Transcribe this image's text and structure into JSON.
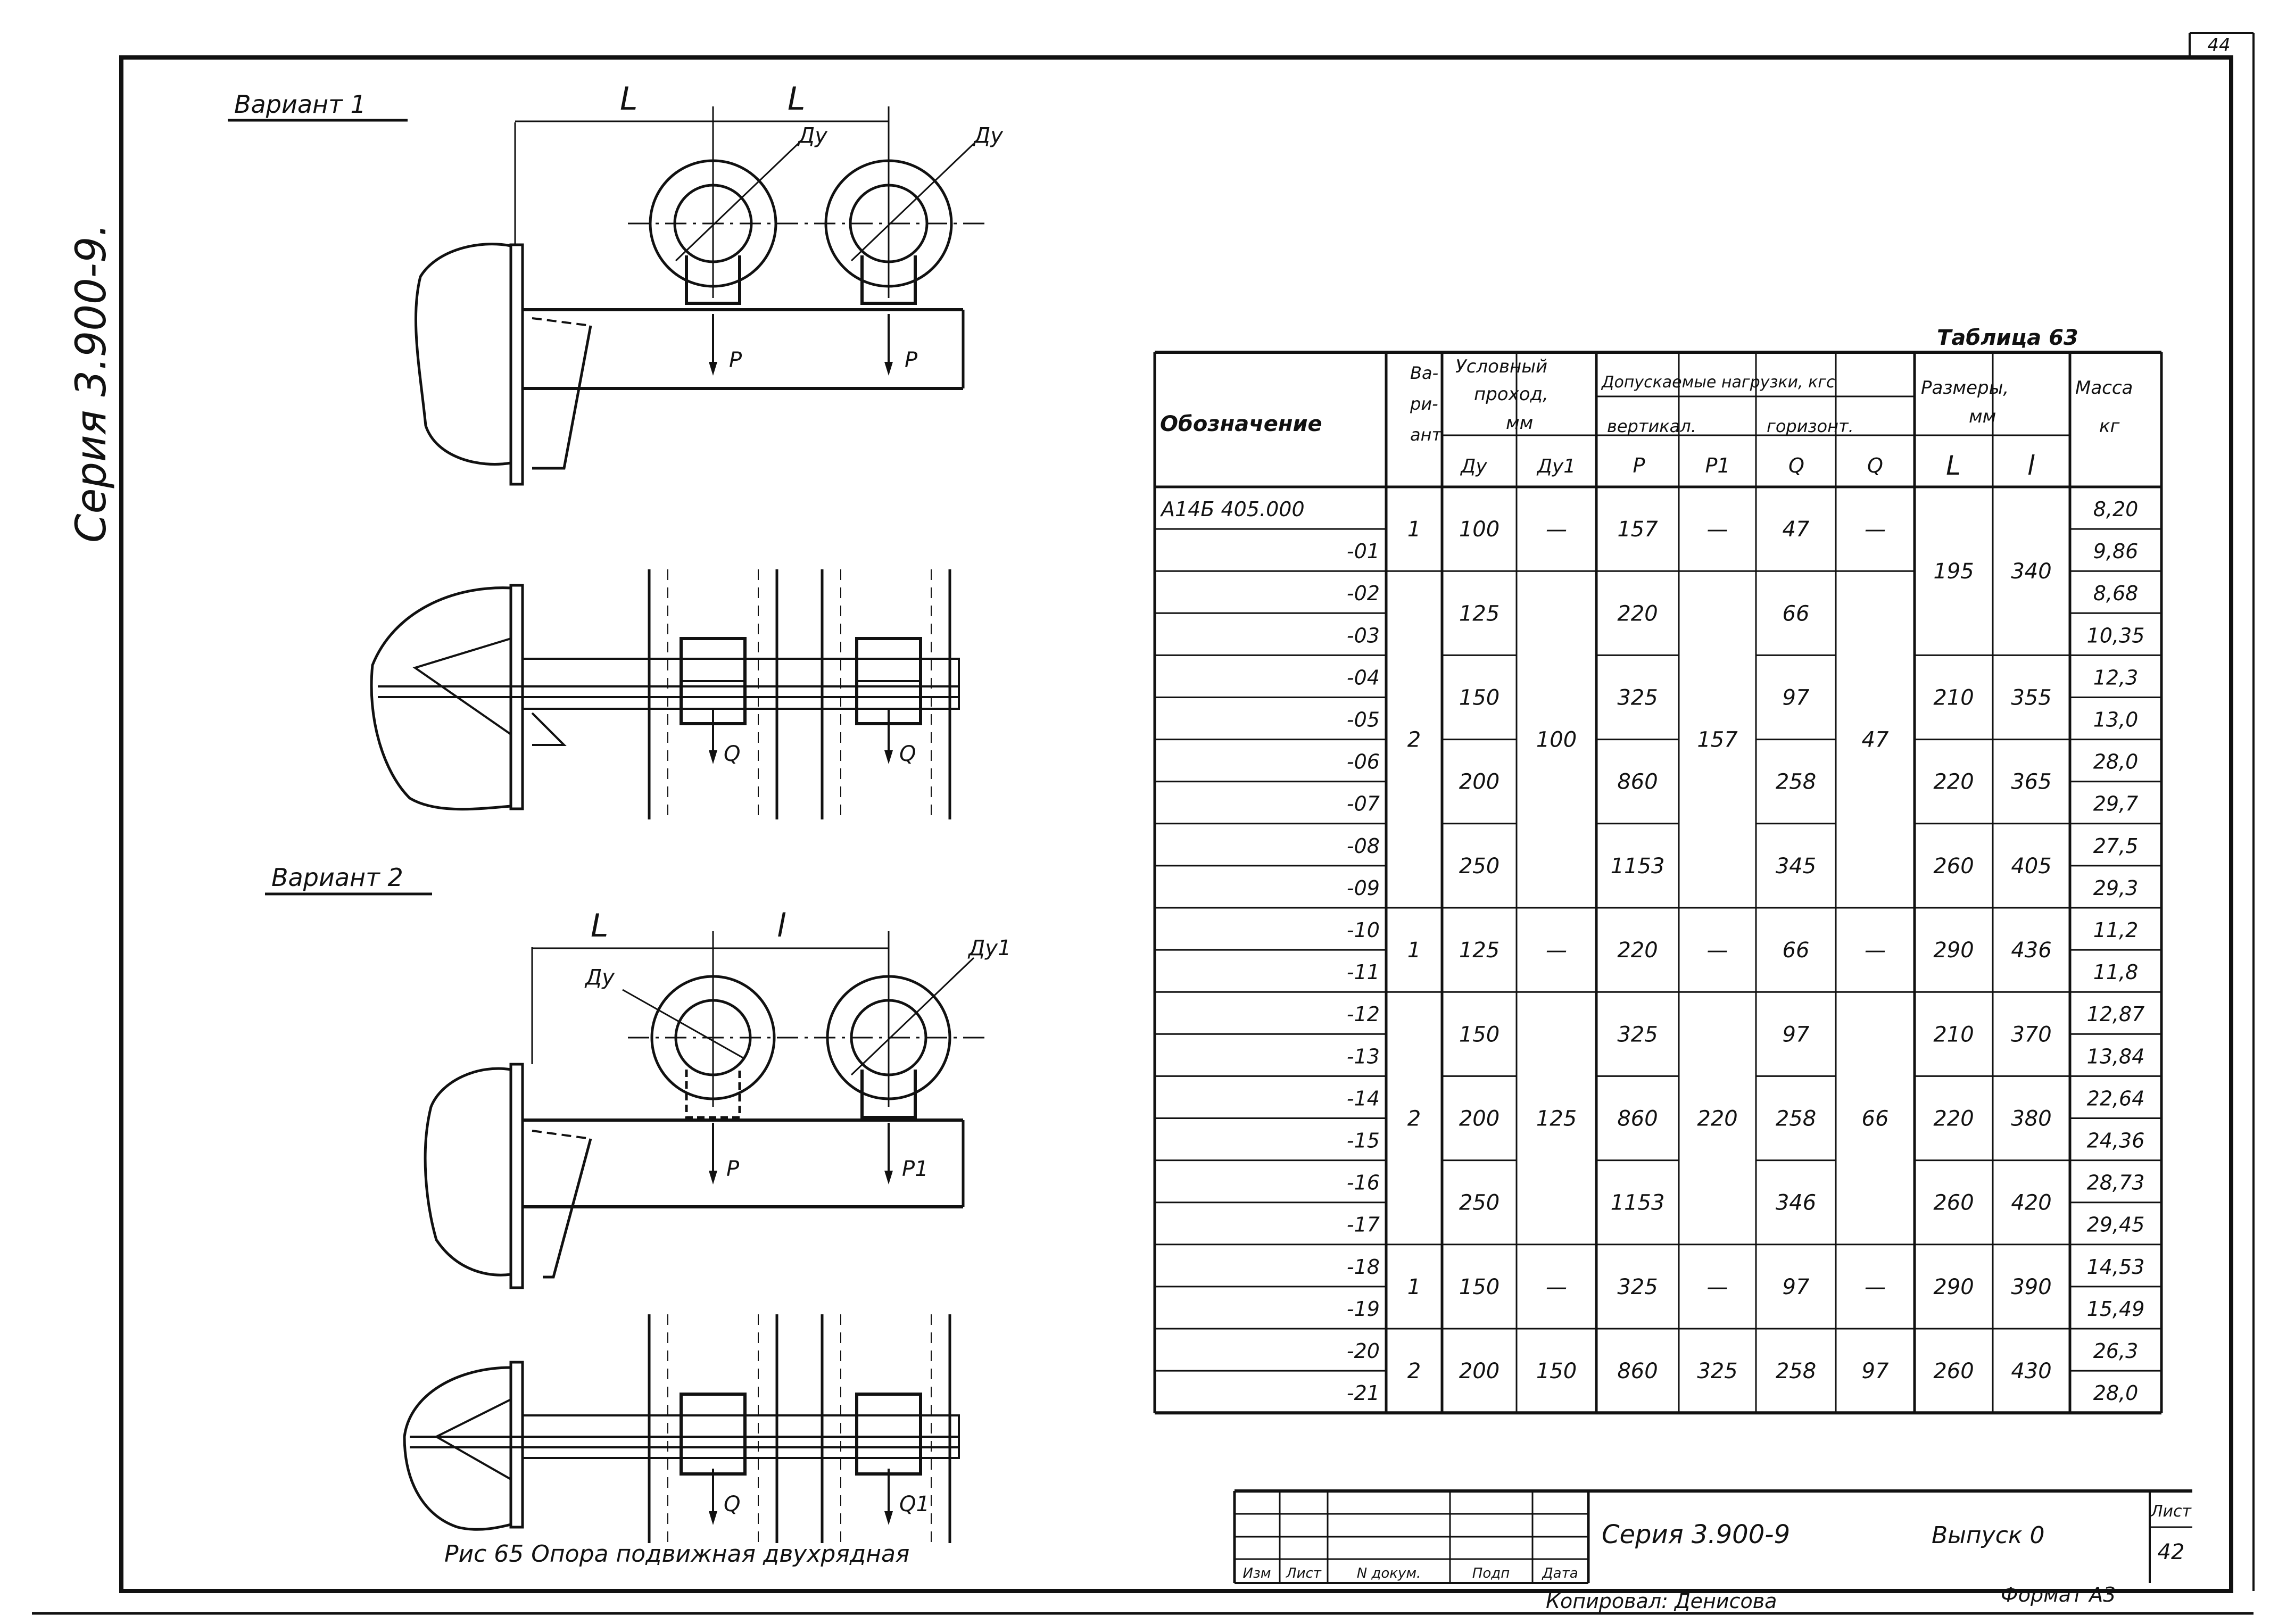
{
  "sheet": {
    "page_number": "44",
    "side_label": "Серия 3.900-9.",
    "caption": "Рис 65   Опора подвижная двухрядная"
  },
  "drawings": {
    "variant1": {
      "title": "Вариант 1",
      "dim_left": "L",
      "dim_right": "L",
      "pipe1_label": "Ду",
      "pipe2_label": "Ду",
      "load1": "P",
      "load2": "P",
      "hload1": "Q",
      "hload2": "Q"
    },
    "variant2": {
      "title": "Вариант 2",
      "dim_left": "L",
      "dim_right": "l",
      "pipe1_label": "Ду",
      "pipe2_label": "Ду1",
      "load1": "P",
      "load2": "P1",
      "hload1": "Q",
      "hload2": "Q1"
    }
  },
  "table": {
    "caption": "Таблица 63",
    "headers": {
      "designation": "Обозначение",
      "variant": [
        "Ва-",
        "ри-",
        "ант"
      ],
      "bore": [
        "Условный",
        "проход,",
        "мм"
      ],
      "bore_du": "Ду",
      "bore_du1": "Ду1",
      "loads": "Допускаемые нагрузки, кгс",
      "vertical": "вертикал.",
      "horizontal": "горизонт.",
      "p": "P",
      "p1": "P1",
      "q": "Q",
      "q1": "Q",
      "sizes": [
        "Размеры,",
        "мм"
      ],
      "L": "L",
      "l": "l",
      "mass": [
        "Масса",
        "кг"
      ]
    },
    "designations": [
      "А14Б 405.000",
      "-01",
      "-02",
      "-03",
      "-04",
      "-05",
      "-06",
      "-07",
      "-08",
      "-09",
      "-10",
      "-11",
      "-12",
      "-13",
      "-14",
      "-15",
      "-16",
      "-17",
      "-18",
      "-19",
      "-20",
      "-21"
    ],
    "masses": [
      "8,20",
      "9,86",
      "8,68",
      "10,35",
      "12,3",
      "13,0",
      "28,0",
      "29,7",
      "27,5",
      "29,3",
      "11,2",
      "11,8",
      "12,87",
      "13,84",
      "22,64",
      "24,36",
      "28,73",
      "29,45",
      "14,53",
      "15,49",
      "26,3",
      "28,0"
    ],
    "variant_cells": [
      "1",
      "2",
      "1",
      "2",
      "1",
      "2"
    ],
    "du_cells": [
      "100",
      "125",
      "150",
      "200",
      "250",
      "125",
      "150",
      "200",
      "250",
      "150",
      "200"
    ],
    "du1_cells": [
      "—",
      "100",
      "—",
      "125",
      "—",
      "150"
    ],
    "p_cells": [
      "157",
      "220",
      "325",
      "860",
      "1153",
      "220",
      "325",
      "860",
      "1153",
      "325",
      "860"
    ],
    "p1_cells": [
      "—",
      "157",
      "—",
      "220",
      "—",
      "325"
    ],
    "q_cells": [
      "47",
      "66",
      "97",
      "258",
      "345",
      "66",
      "97",
      "258",
      "346",
      "97",
      "258"
    ],
    "q1_cells": [
      "—",
      "47",
      "—",
      "66",
      "—",
      "97"
    ],
    "L_cells": [
      "195",
      "210",
      "220",
      "260",
      "290",
      "210",
      "220",
      "260",
      "290",
      "260"
    ],
    "l_cells": [
      "340",
      "355",
      "365",
      "405",
      "436",
      "370",
      "380",
      "420",
      "390",
      "430"
    ]
  },
  "title_block": {
    "series": "Серия 3.900-9",
    "issue": "Выпуск 0",
    "sheet_label": "Лист",
    "sheet_number": "42",
    "columns": [
      "Изм",
      "Лист",
      "N докум.",
      "Подп",
      "Дата"
    ],
    "copied_by": "Копировал: Денисова",
    "format": "Формат А3"
  }
}
